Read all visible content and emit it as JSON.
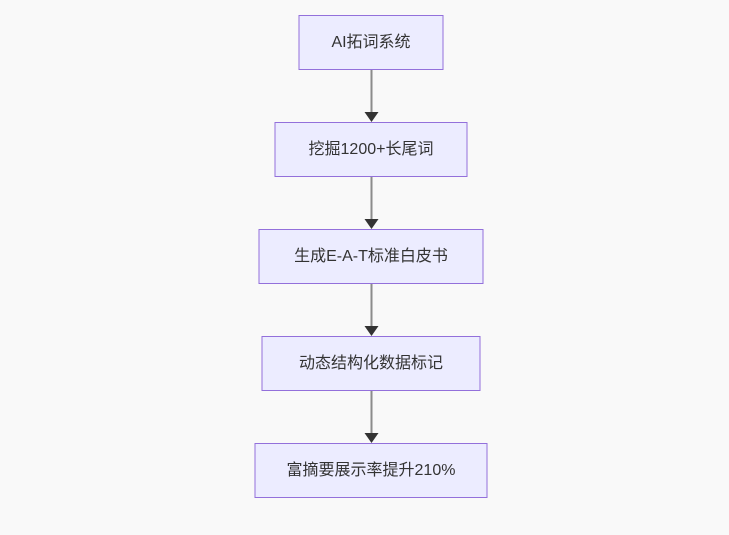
{
  "flowchart": {
    "type": "vertical-flowchart",
    "nodes": [
      {
        "id": "A",
        "label": "AI拓词系统"
      },
      {
        "id": "B",
        "label": "挖掘1200+长尾词"
      },
      {
        "id": "C",
        "label": "生成E-A-T标准白皮书"
      },
      {
        "id": "D",
        "label": "动态结构化数据标记"
      },
      {
        "id": "E",
        "label": "富摘要展示率提升210%"
      }
    ],
    "edges": [
      {
        "from": "A",
        "to": "B"
      },
      {
        "from": "B",
        "to": "C"
      },
      {
        "from": "C",
        "to": "D"
      },
      {
        "from": "D",
        "to": "E"
      }
    ]
  },
  "colors": {
    "background": "#f9f9f9",
    "node_fill": "#ececff",
    "node_border": "#9370db",
    "node_text": "#333333",
    "edge_line": "#8c8c8c",
    "arrowhead": "#333333"
  }
}
